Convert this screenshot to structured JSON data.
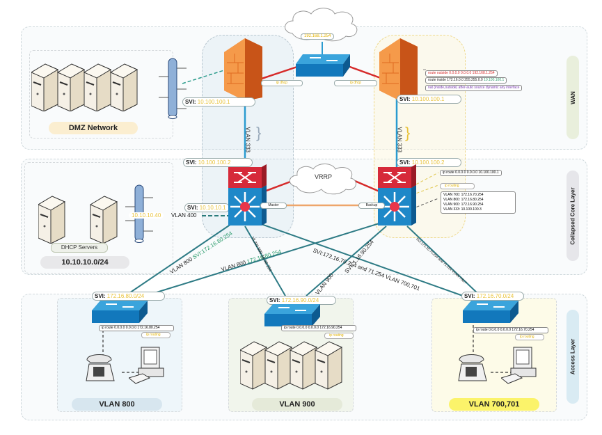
{
  "layers": {
    "wan": "WAN",
    "core": "Collapsed Core Layer",
    "access": "Access Layer"
  },
  "layer_colors": {
    "wan": "#e9efdc",
    "core": "#e6e6ea",
    "access": "#d9ebf3"
  },
  "internet_cloud": {
    "ip": "192.168.1.254"
  },
  "vrrp_cloud": {
    "label": "VRRP"
  },
  "dmz": {
    "label": "DMZ Network",
    "color": "#fbeed0"
  },
  "dhcp": {
    "servers_label": "DHCP Servers",
    "subnet": "10.10.10.0/24",
    "ip": "10.10.10.40"
  },
  "firewalls": {
    "left": {
      "svi_prefix": "SVI:",
      "svi_ip": "10.100.100.1",
      "dhcp_label": "ip dhcp"
    },
    "right": {
      "svi_prefix": "SVI:",
      "svi_ip": "10.100.100.1",
      "dhcp_label": "ip dhcp"
    },
    "right_config": [
      "route outside 0.0.0.0 0.0.0.0 192.168.1.254",
      "route inside 172.16.0.0 255.255.0.0",
      "10.100.100.1",
      "nat (inside,outside) after-auto source dynamic any interface"
    ]
  },
  "core_switches": {
    "left": {
      "svi_prefix": "SVI:",
      "svi_ip": "10.100.100.2",
      "svi_vlan400_prefix": "SVI:",
      "svi_vlan400_ip": "10.10.10.1",
      "role": "Master"
    },
    "right": {
      "svi_prefix": "SVI:",
      "svi_ip": "10.100.100.2",
      "role": "Backup",
      "route": "ip route 0.0.0.0 0.0.0.0 10.100.100.1",
      "ip_routing": "ip routing",
      "vlans": [
        "VLAN 700: 172.16.70.254",
        "VLAN 800: 172.16.80.254",
        "VLAN 900: 172.16.90.254",
        "VLAN 333: 10.100.100.3"
      ]
    }
  },
  "links": {
    "vlan333_left": "VLAN 333",
    "vlan333_right": "VLAN 333",
    "vlan400": "VLAN 400",
    "l1": {
      "a": "VLAN 800 ",
      "b": "SVI:172.16.80.254"
    },
    "l2": {
      "a": "VLAN 800 ",
      "b": "172.16.80.254"
    },
    "l3": "VLAN 900 16.90.254",
    "l4": "SVI:172.16.70.254 and  71.254 VLAN 700,701",
    "l5": "SVI: 1.16.90.254",
    "l6": "VLAN 900",
    "l7": "SVI:172.16.70.254 and  71.254 VLAN 700,7"
  },
  "access": [
    {
      "svi_prefix": "SVI:",
      "svi_ip": "172.16.80.0/24",
      "route": "ip route 0.0.0.0 0.0.0.0 172.16.80.254",
      "ip_routing": "ip routing",
      "label": "VLAN 800",
      "bg": "#eef6fa",
      "label_bg": "#d7e6ef"
    },
    {
      "svi_prefix": "SVI:",
      "svi_ip": "172.16.90.0/24",
      "route": "ip route 0.0.0.0 0.0.0.0 172.16.90.254",
      "ip_routing": "ip routing",
      "label": "VLAN 900",
      "bg": "#f1f5ec",
      "label_bg": "#e5ead9"
    },
    {
      "svi_prefix": "SVI:",
      "svi_ip": "172.16.70.0/24",
      "route": "ip route 0.0.0.0 0.0.0.0 172.16.70.254",
      "ip_routing": "ip routing",
      "label": "VLAN 700,701",
      "bg": "#fdfbe8",
      "label_bg": "#fbf36a"
    }
  ]
}
